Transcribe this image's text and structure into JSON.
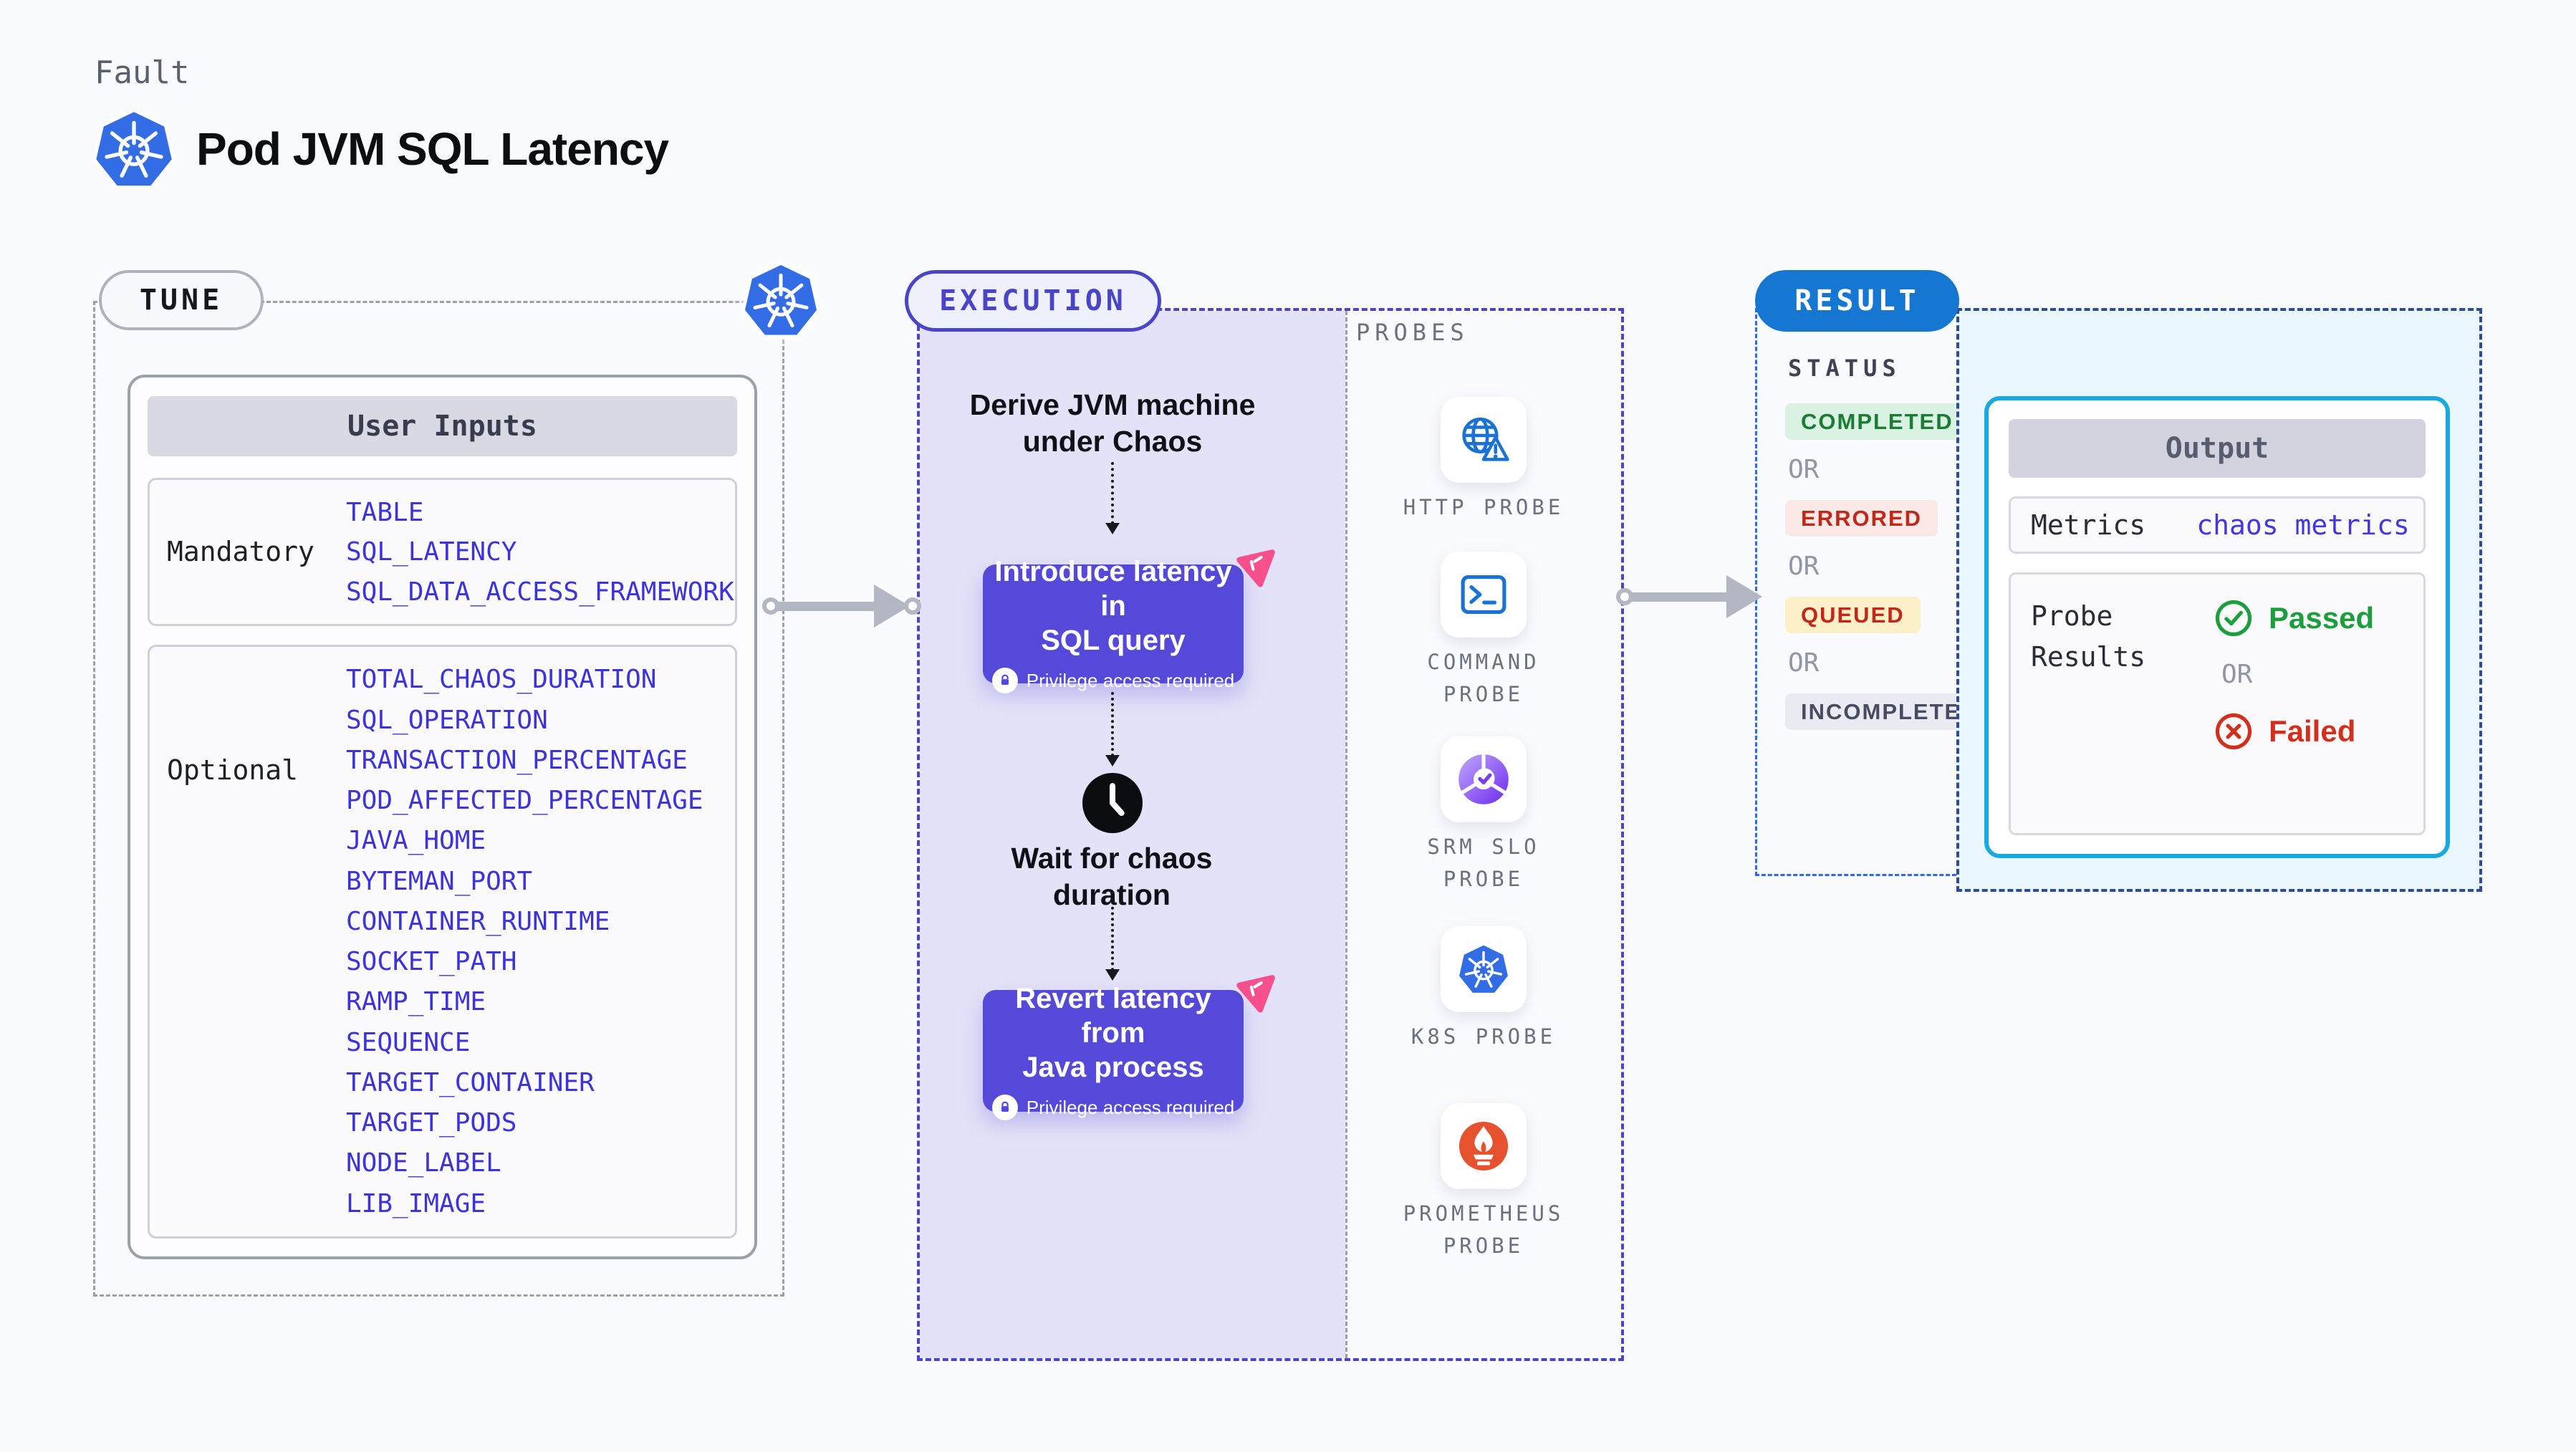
{
  "header": {
    "eyebrow": "Fault",
    "title": "Pod JVM SQL Latency"
  },
  "tune": {
    "badge": "TUNE",
    "table_header": "User Inputs",
    "mandatory": {
      "label": "Mandatory",
      "items": [
        "TABLE",
        "SQL_LATENCY",
        "SQL_DATA_ACCESS_FRAMEWORK"
      ]
    },
    "optional": {
      "label": "Optional",
      "items": [
        "TOTAL_CHAOS_DURATION",
        "SQL_OPERATION",
        "TRANSACTION_PERCENTAGE",
        "POD_AFFECTED_PERCENTAGE",
        "JAVA_HOME",
        "BYTEMAN_PORT",
        "CONTAINER_RUNTIME",
        "SOCKET_PATH",
        "RAMP_TIME",
        "SEQUENCE",
        "TARGET_CONTAINER",
        "TARGET_PODS",
        "NODE_LABEL",
        "LIB_IMAGE"
      ]
    }
  },
  "execution": {
    "badge": "EXECUTION",
    "derive_text": "Derive JVM machine\nunder Chaos",
    "step1_title": "Introduce latency in\nSQL query",
    "wait_text": "Wait for chaos\nduration",
    "step2_title": "Revert latency from\nJava process",
    "privilege_note": "Privilege access required"
  },
  "probes": {
    "label": "PROBES",
    "items": [
      {
        "name": "HTTP PROBE",
        "icon": "globe-alert-icon"
      },
      {
        "name": "COMMAND PROBE",
        "icon": "terminal-icon"
      },
      {
        "name": "SRM SLO PROBE",
        "icon": "slo-donut-icon"
      },
      {
        "name": "K8S PROBE",
        "icon": "kubernetes-icon"
      },
      {
        "name": "PROMETHEUS PROBE",
        "icon": "prometheus-icon"
      }
    ]
  },
  "result": {
    "badge": "RESULT",
    "status_label": "STATUS",
    "or_label": "OR",
    "statuses": [
      "COMPLETED",
      "ERRORED",
      "QUEUED",
      "INCOMPLETED"
    ],
    "output": {
      "title": "Output",
      "metrics_label": "Metrics",
      "metrics_value": "chaos metrics",
      "probe_results_label": "Probe Results",
      "passed_label": "Passed",
      "failed_label": "Failed"
    }
  },
  "colors": {
    "page_bg": "#fafbfe",
    "accent_purple": "#5449d9",
    "execution_border": "#4a44c8",
    "execution_bg": "#e4e2f8",
    "result_blue": "#1577d2",
    "cyan_border": "#18a9de",
    "k8s_blue": "#326de6",
    "probe_icon_blue": "#1a73d4",
    "prometheus_orange": "#e6512e",
    "srm_purple": "#7a3df0",
    "pink_spray": "#f7508c",
    "env_var_blue": "#3d33da",
    "completed_green": "#1b7d35",
    "errored_red": "#c2281a",
    "passed_green": "#1d9e3c",
    "failed_red": "#d2301c"
  }
}
